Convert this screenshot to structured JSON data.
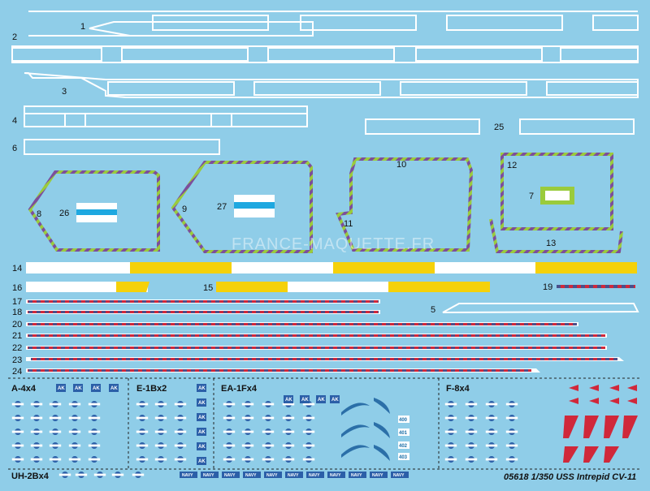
{
  "title": "05618 1/350 USS Intrepid CV-11",
  "watermark": "FRANCE-MAQUETTE.FR",
  "part_numbers": {
    "p1": "1",
    "p2": "2",
    "p3": "3",
    "p4": "4",
    "p5": "5",
    "p6": "6",
    "p7": "7",
    "p8": "8",
    "p9": "9",
    "p10": "10",
    "p11": "11",
    "p12": "12",
    "p13": "13",
    "p14": "14",
    "p15": "15",
    "p16": "16",
    "p17": "17",
    "p18": "18",
    "p19": "19",
    "p20": "20",
    "p21": "21",
    "p22": "22",
    "p23": "23",
    "p24": "24",
    "p25": "25",
    "p26": "26",
    "p27": "27"
  },
  "aircraft_sets": {
    "a4": "A-4x4",
    "e1b": "E-1Bx2",
    "ea1f": "EA-1Fx4",
    "f8": "F-8x4",
    "uh2b": "UH-2Bx4"
  },
  "marking_text": {
    "ak": "AK",
    "navy": "NAVY",
    "n400": "400",
    "n401": "401",
    "n402": "402",
    "n403": "403"
  },
  "colors": {
    "sheet_bg": "#8fcde8",
    "white": "#ffffff",
    "yellow": "#f5d10a",
    "stripe_red": "#d0283a",
    "stripe_navy": "#4b4f8a",
    "hatch_green": "#9acb3c",
    "hatch_purple": "#7c4e9c",
    "roundel_blue": "#2b5fa8",
    "flag_blue": "#1ea8e0"
  }
}
